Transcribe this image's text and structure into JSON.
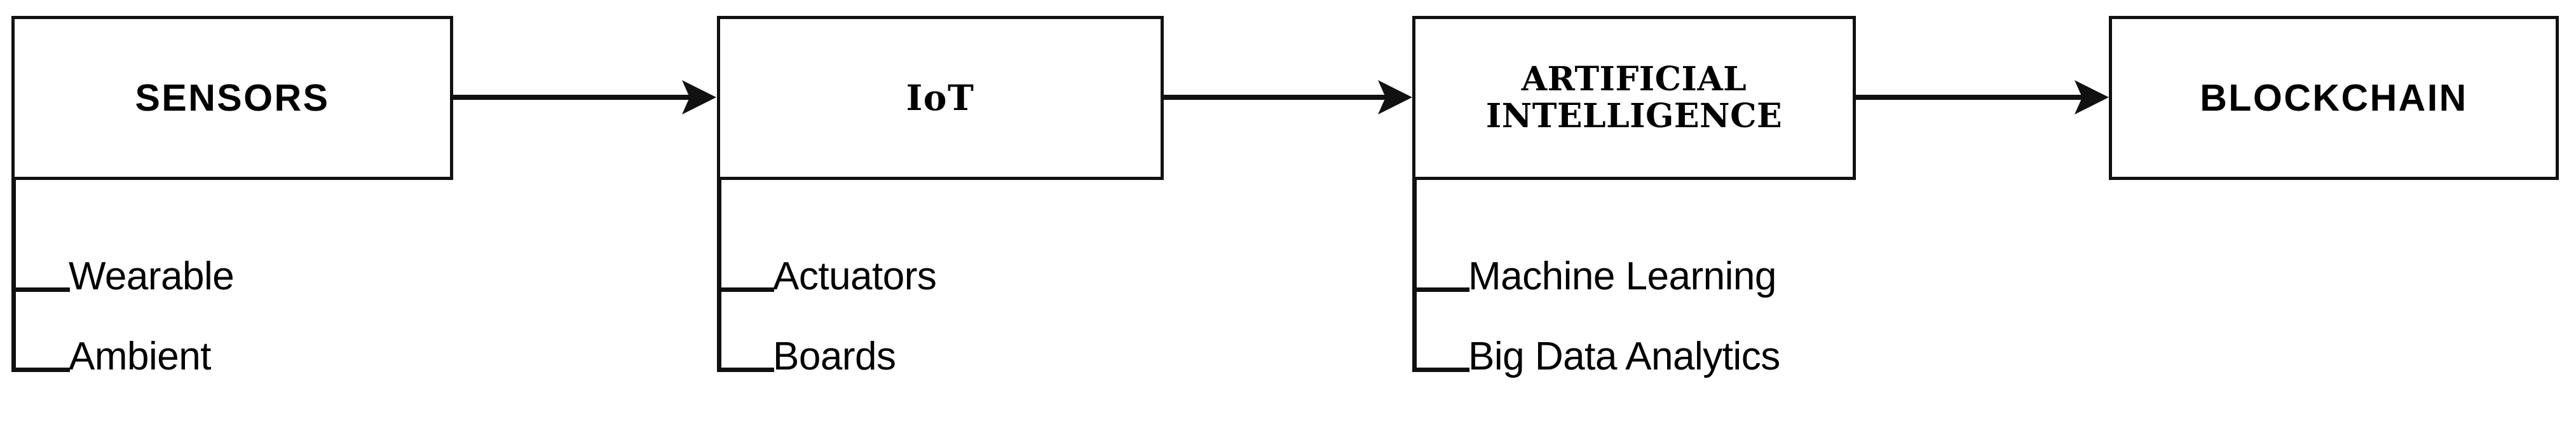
{
  "diagram": {
    "type": "horizontal-flow-with-subtrees",
    "orientation": "left-to-right",
    "background_color": "#ffffff",
    "line_color": "#111111",
    "text_color": "#000000",
    "stages": [
      {
        "id": "sensors",
        "label": "SENSORS",
        "label_style": "sans",
        "children": [
          "Wearable",
          "Ambient"
        ]
      },
      {
        "id": "iot",
        "label": "IoT",
        "label_style": "slab",
        "children": [
          "Actuators",
          "Boards"
        ]
      },
      {
        "id": "artificial-intelligence",
        "label": "ARTIFICIAL\nINTELLIGENCE",
        "label_style": "slab-two-line",
        "children": [
          "Machine Learning",
          "Big Data Analytics"
        ]
      },
      {
        "id": "blockchain",
        "label": "BLOCKCHAIN",
        "label_style": "sans",
        "children": []
      }
    ],
    "connectors": [
      {
        "from": "sensors",
        "to": "iot",
        "arrow": "right"
      },
      {
        "from": "iot",
        "to": "artificial-intelligence",
        "arrow": "right"
      },
      {
        "from": "artificial-intelligence",
        "to": "blockchain",
        "arrow": "right"
      }
    ]
  }
}
